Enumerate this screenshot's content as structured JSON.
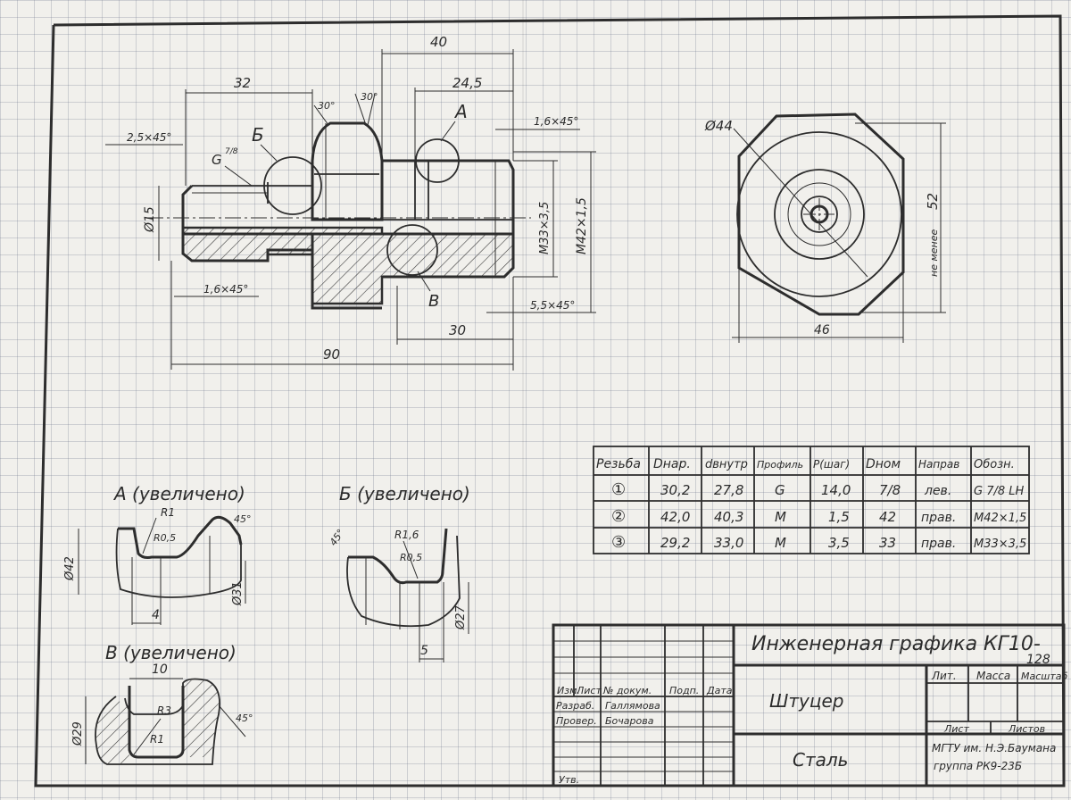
{
  "front_view": {
    "dims": {
      "d40": "40",
      "d32": "32",
      "d24_5": "24,5",
      "angle30a": "30°",
      "angle30b": "30°",
      "chamfer_2_5": "2,5×45°",
      "chamfer_1_6_top": "1,6×45°",
      "thread_g": "G",
      "thread_g_frac": "7/8",
      "callout_b": "Б",
      "callout_a": "А",
      "callout_v": "В",
      "dia15": "Ø15",
      "m33": "М33×3,5",
      "m42": "М42×1,5",
      "chamfer_1_6_bottom": "1,6×45°",
      "chamfer_5_5": "5,5×45°",
      "d30": "30",
      "d90": "90"
    }
  },
  "side_view": {
    "dia44": "Ø44",
    "d52": "52",
    "note": "не менее",
    "d46": "46"
  },
  "detail_a": {
    "title": "А (увеличено)",
    "r1": "R1",
    "r05": "R0,5",
    "angle": "45°",
    "dia42": "Ø42",
    "dia31": "Ø31",
    "width": "4"
  },
  "detail_b": {
    "title": "Б (увеличено)",
    "angle": "45°",
    "r16": "R1,6",
    "r05": "R0,5",
    "dia27": "Ø27",
    "width": "5"
  },
  "detail_v": {
    "title": "В (увеличено)",
    "width": "10",
    "dia29": "Ø29",
    "r3": "R3",
    "r1": "R1",
    "angle": "45°"
  },
  "thread_table": {
    "headers": [
      "Резьба",
      "Dнар.",
      "dвнутр",
      "Профиль",
      "P(шаг)",
      "Dном",
      "Направ",
      "Обозн."
    ],
    "rows": [
      [
        "①",
        "30,2",
        "27,8",
        "G",
        "14,0",
        "7/8",
        "лев.",
        "G 7/8 LH"
      ],
      [
        "②",
        "42,0",
        "40,3",
        "М",
        "1,5",
        "42",
        "прав.",
        "М42×1,5"
      ],
      [
        "③",
        "29,2",
        "33,0",
        "М",
        "3,5",
        "33",
        "прав.",
        "М33×3,5"
      ]
    ]
  },
  "title_block": {
    "course": "Инженерная графика КГ10-",
    "doc_number": "128",
    "part_name": "Штуцер",
    "material": "Сталь",
    "lit": "Лит.",
    "mass": "Масса",
    "scale": "Масштаб",
    "sheet": "Лист",
    "sheets": "Листов",
    "org": "МГТУ им. Н.Э.Баумана",
    "group": "группа РК9-23Б",
    "rev_labels": {
      "izm": "Изм.",
      "list": "Лист",
      "doc": "№ докум.",
      "sign": "Подп.",
      "date": "Дата"
    },
    "roles": {
      "developed": "Разраб.",
      "checked": "Провер.",
      "approved": "Утв."
    },
    "people": {
      "developer": "Галлямова",
      "checker": "Бочарова"
    }
  }
}
